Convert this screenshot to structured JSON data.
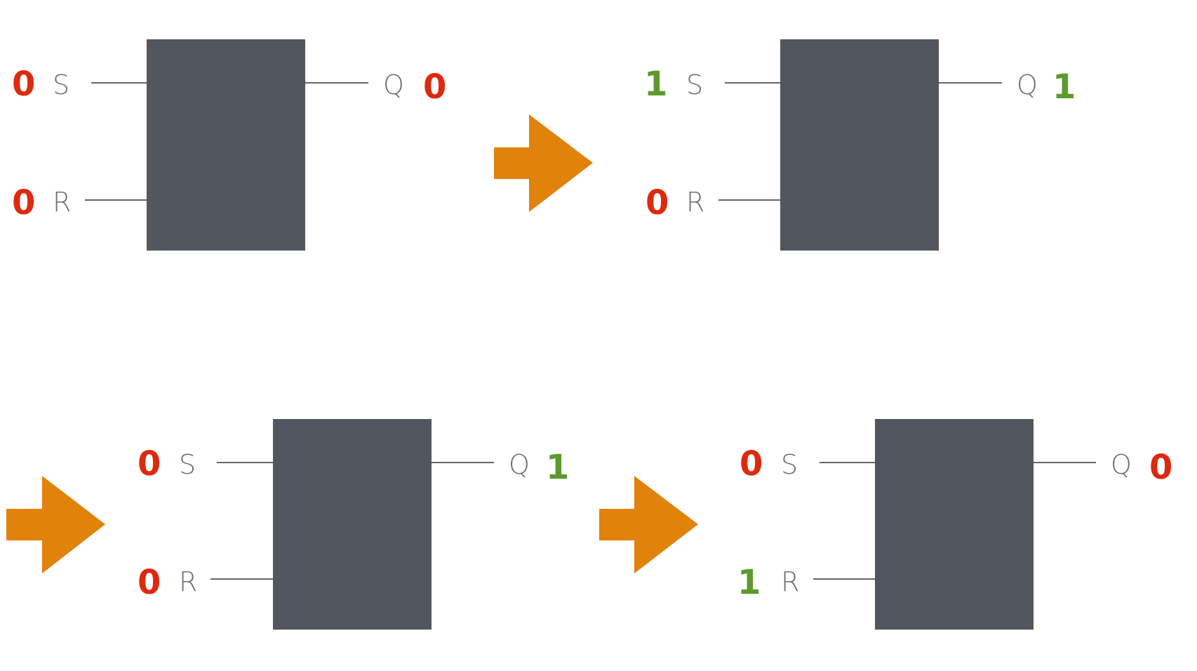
{
  "colors": {
    "block_fill": "#52565e",
    "wire": "#333333",
    "zero_value": "#dd2a0f",
    "one_value": "#5c9a2e",
    "arrow": "#e1820a",
    "label": "#6e6e6e"
  },
  "states": [
    {
      "id": "state-1",
      "pins": {
        "s": "S",
        "r": "R",
        "q": "Q"
      },
      "s_value": "0",
      "r_value": "0",
      "q_value": "0"
    },
    {
      "id": "state-2",
      "pins": {
        "s": "S",
        "r": "R",
        "q": "Q"
      },
      "s_value": "1",
      "r_value": "0",
      "q_value": "1"
    },
    {
      "id": "state-3",
      "pins": {
        "s": "S",
        "r": "R",
        "q": "Q"
      },
      "s_value": "0",
      "r_value": "0",
      "q_value": "1"
    },
    {
      "id": "state-4",
      "pins": {
        "s": "S",
        "r": "R",
        "q": "Q"
      },
      "s_value": "0",
      "r_value": "1",
      "q_value": "0"
    }
  ],
  "arrows": [
    {
      "icon": "right-arrow-icon",
      "from": "state-1",
      "to": "state-2"
    },
    {
      "icon": "right-arrow-icon",
      "from": "state-2",
      "to": "state-3"
    },
    {
      "icon": "right-arrow-icon",
      "from": "state-3",
      "to": "state-4"
    }
  ]
}
